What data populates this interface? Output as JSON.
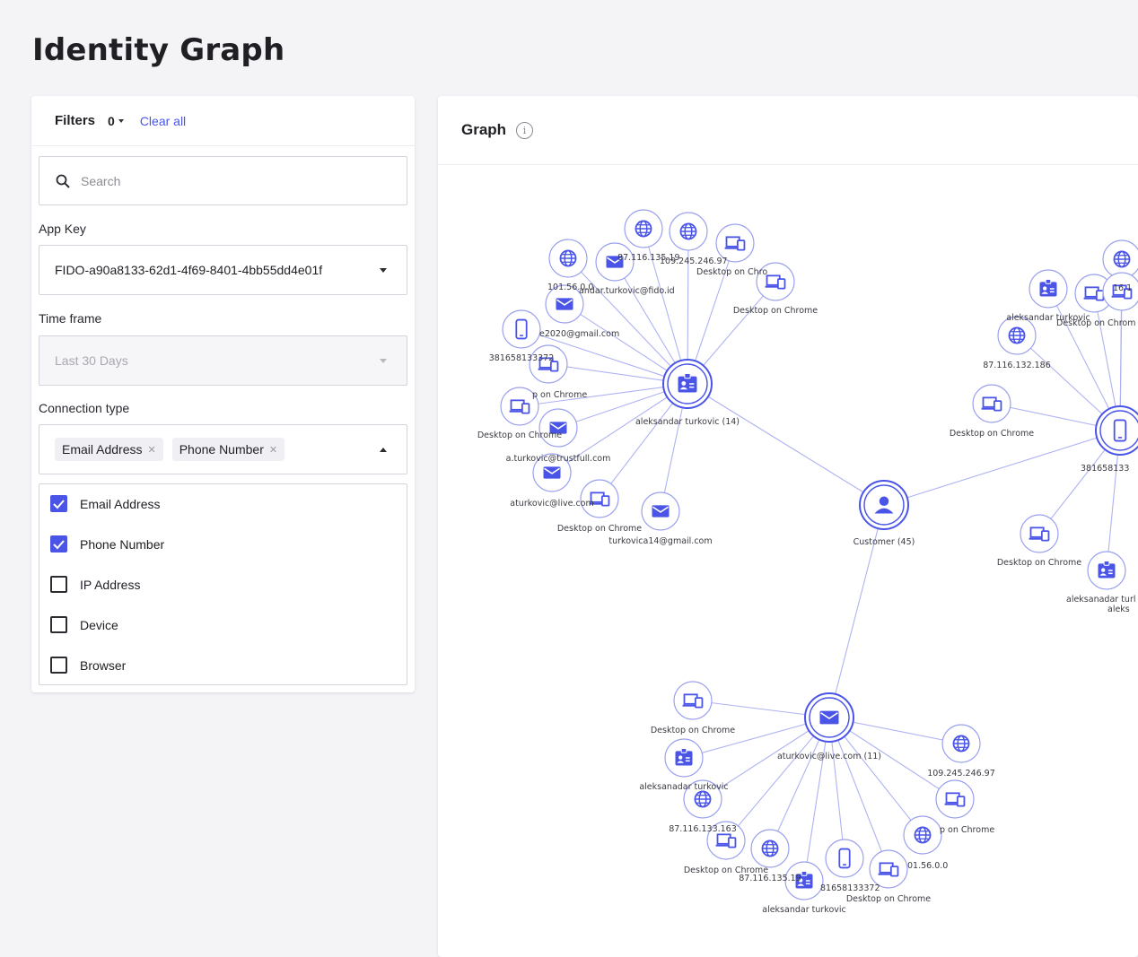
{
  "page": {
    "title": "Identity Graph"
  },
  "filters": {
    "title": "Filters",
    "count": "0",
    "clear_all": "Clear all",
    "search_placeholder": "Search",
    "app_key_label": "App Key",
    "app_key_value": "FIDO-a90a8133-62d1-4f69-8401-4bb55dd4e01f",
    "time_frame_label": "Time frame",
    "time_frame_value": "Last 30 Days",
    "connection_type_label": "Connection type",
    "selected_chips": [
      "Email Address",
      "Phone Number"
    ],
    "options": [
      {
        "label": "Email Address",
        "checked": true
      },
      {
        "label": "Phone Number",
        "checked": true
      },
      {
        "label": "IP Address",
        "checked": false
      },
      {
        "label": "Device",
        "checked": false
      },
      {
        "label": "Browser",
        "checked": false
      }
    ]
  },
  "graph": {
    "title": "Graph",
    "accent": "#4a55e8",
    "edge_color": "#aeb3f2",
    "nodes": [
      {
        "id": "customer",
        "type": "person",
        "hub": true,
        "label": "Customer (45)"
      },
      {
        "id": "h1",
        "type": "idcard",
        "hub": true,
        "label": "aleksandar turkovic (14)"
      },
      {
        "id": "h2",
        "type": "email",
        "hub": true,
        "label": "aturkovic@live.com (11)"
      },
      {
        "id": "h3",
        "type": "phone",
        "hub": true,
        "label": "381658133"
      },
      {
        "id": "a1",
        "type": "globe",
        "label": "101.56.0.0"
      },
      {
        "id": "a2",
        "type": "email",
        "label": "andar.turkovic@fido.id"
      },
      {
        "id": "a3",
        "type": "globe",
        "label": "87.116.135.19"
      },
      {
        "id": "a4",
        "type": "globe",
        "label": "109.245.246.97"
      },
      {
        "id": "a5",
        "type": "device",
        "label": "Desktop on Chro"
      },
      {
        "id": "a6",
        "type": "device",
        "label": "Desktop on Chrome"
      },
      {
        "id": "a7",
        "type": "email",
        "label": "e2020@gmail.com"
      },
      {
        "id": "a8",
        "type": "phone",
        "label": "381658133372"
      },
      {
        "id": "a9",
        "type": "device",
        "label": "p on Chrome"
      },
      {
        "id": "a10",
        "type": "device",
        "label": "Desktop on Chrome"
      },
      {
        "id": "a11",
        "type": "email",
        "label": "a.turkovic@trustfull.com"
      },
      {
        "id": "a12",
        "type": "email",
        "label": "aturkovic@live.com"
      },
      {
        "id": "a13",
        "type": "device",
        "label": "Desktop on Chrome"
      },
      {
        "id": "a14",
        "type": "email",
        "label": "turkovica14@gmail.com"
      },
      {
        "id": "b1",
        "type": "device",
        "label": "Desktop on Chrome"
      },
      {
        "id": "b2",
        "type": "idcard",
        "label": "aleksanadar turkovic"
      },
      {
        "id": "b3",
        "type": "globe",
        "label": "87.116.133.163"
      },
      {
        "id": "b4",
        "type": "device",
        "label": "Desktop on Chrome"
      },
      {
        "id": "b5",
        "type": "globe",
        "label": "87.116.135.19"
      },
      {
        "id": "b6",
        "type": "idcard",
        "label": "aleksandar turkovic"
      },
      {
        "id": "b7",
        "type": "phone",
        "label": "81658133372"
      },
      {
        "id": "b8",
        "type": "device",
        "label": "Desktop on Chrome"
      },
      {
        "id": "b9",
        "type": "globe",
        "label": "01.56.0.0"
      },
      {
        "id": "b10",
        "type": "device",
        "label": "p on Chrome"
      },
      {
        "id": "b11",
        "type": "globe",
        "label": "109.245.246.97"
      },
      {
        "id": "c1",
        "type": "globe",
        "label": ""
      },
      {
        "id": "c2",
        "type": "idcard",
        "label": "aleksandar turkovic"
      },
      {
        "id": "c3",
        "type": "device",
        "label": "Desktop on Chrom"
      },
      {
        "id": "c4",
        "type": "globe",
        "label": "87.116.132.186"
      },
      {
        "id": "c5",
        "type": "device",
        "label": "Desktop on Chrome"
      },
      {
        "id": "c6",
        "type": "device",
        "label": "Desktop on Chrome"
      },
      {
        "id": "c7",
        "type": "idcard",
        "label": "aleksanadar turl"
      },
      {
        "id": "c8",
        "type": "device",
        "label": "16.1"
      }
    ],
    "extra_labels": [
      "aleks"
    ],
    "edges": [
      [
        "customer",
        "h1"
      ],
      [
        "customer",
        "h2"
      ],
      [
        "customer",
        "h3"
      ],
      [
        "h1",
        "a1"
      ],
      [
        "h1",
        "a2"
      ],
      [
        "h1",
        "a3"
      ],
      [
        "h1",
        "a4"
      ],
      [
        "h1",
        "a5"
      ],
      [
        "h1",
        "a6"
      ],
      [
        "h1",
        "a7"
      ],
      [
        "h1",
        "a8"
      ],
      [
        "h1",
        "a9"
      ],
      [
        "h1",
        "a10"
      ],
      [
        "h1",
        "a11"
      ],
      [
        "h1",
        "a12"
      ],
      [
        "h1",
        "a13"
      ],
      [
        "h1",
        "a14"
      ],
      [
        "h2",
        "b1"
      ],
      [
        "h2",
        "b2"
      ],
      [
        "h2",
        "b3"
      ],
      [
        "h2",
        "b4"
      ],
      [
        "h2",
        "b5"
      ],
      [
        "h2",
        "b6"
      ],
      [
        "h2",
        "b7"
      ],
      [
        "h2",
        "b8"
      ],
      [
        "h2",
        "b9"
      ],
      [
        "h2",
        "b10"
      ],
      [
        "h2",
        "b11"
      ],
      [
        "h3",
        "c1"
      ],
      [
        "h3",
        "c2"
      ],
      [
        "h3",
        "c3"
      ],
      [
        "h3",
        "c4"
      ],
      [
        "h3",
        "c5"
      ],
      [
        "h3",
        "c6"
      ],
      [
        "h3",
        "c7"
      ],
      [
        "h3",
        "c8"
      ]
    ]
  }
}
